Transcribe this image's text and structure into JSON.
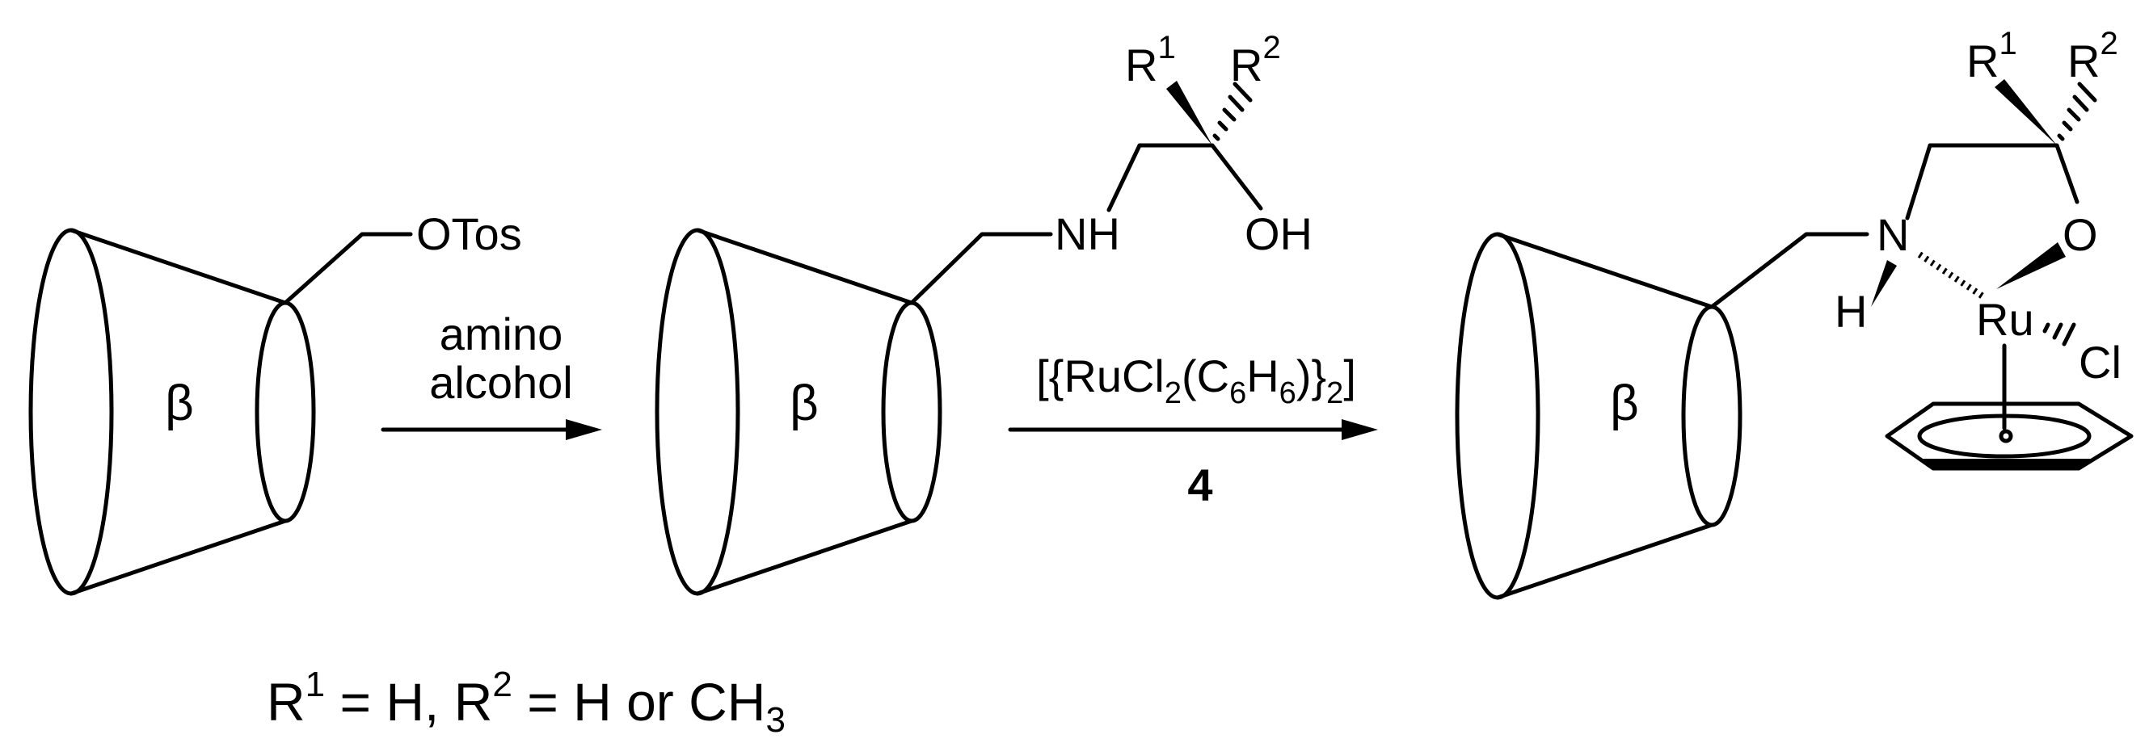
{
  "molecules": {
    "m1": {
      "ring": "β",
      "group": "OTos"
    },
    "m2": {
      "ring": "β",
      "amine": "NH",
      "r1": "R",
      "r1_sup": "1",
      "r2": "R",
      "r2_sup": "2",
      "hydroxyl": "OH"
    },
    "m3": {
      "ring": "β",
      "amine_n": "N",
      "amine_h": "H",
      "oxygen": "O",
      "metal": "Ru",
      "chloride": "Cl",
      "r1": "R",
      "r1_sup": "1",
      "r2": "R",
      "r2_sup": "2"
    }
  },
  "arrows": {
    "a1": {
      "reagent_line1": "amino",
      "reagent_line2": "alcohol"
    },
    "a2": {
      "reagent_a": "[{RuCl",
      "reagent_sub1": "2",
      "reagent_b": "(C",
      "reagent_sub2": "6",
      "reagent_c": "H",
      "reagent_sub3": "6",
      "reagent_d": ")}",
      "reagent_sub4": "2",
      "reagent_e": "]",
      "compound_number": "4"
    }
  },
  "footnote": {
    "r1": "R",
    "r1_sup": "1",
    "eq1": " = H, ",
    "r2": "R",
    "r2_sup": "2",
    "eq2": " = H or CH",
    "ch3_sub": "3"
  }
}
